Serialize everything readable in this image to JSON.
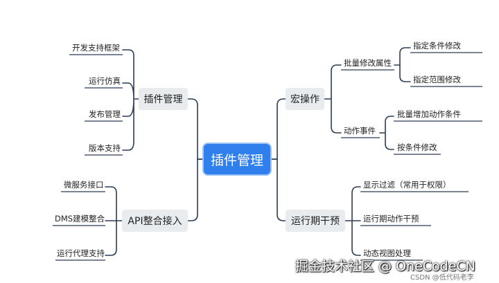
{
  "root": {
    "label": "插件管理"
  },
  "left_branches": [
    {
      "label": "插件管理",
      "children": [
        "开发支持框架",
        "运行仿真",
        "发布管理",
        "版本支持"
      ]
    },
    {
      "label": "API整合接入",
      "children": [
        "微服务接口",
        "DMS建模整合",
        "运行代理支持"
      ]
    }
  ],
  "right_branches": [
    {
      "label": "宏操作",
      "children": [
        {
          "label": "批量修改属性",
          "children": [
            "指定条件修改",
            "指定范围修改"
          ]
        },
        {
          "label": "动作事件",
          "children": [
            "批量增加动作条件",
            "按条件修改"
          ]
        }
      ]
    },
    {
      "label": "运行期干预",
      "children": [
        "显示过滤（常用于权限）",
        "运行期动作干预",
        "动态视图处理"
      ]
    }
  ],
  "watermark": {
    "main": "掘金技术社区 @ OneCodeCN",
    "sub": "CSDN @低代码老李"
  },
  "colors": {
    "line": "#2a3b55",
    "root_fill": "#2f80ed",
    "branch_fill": "#e9ecef"
  }
}
